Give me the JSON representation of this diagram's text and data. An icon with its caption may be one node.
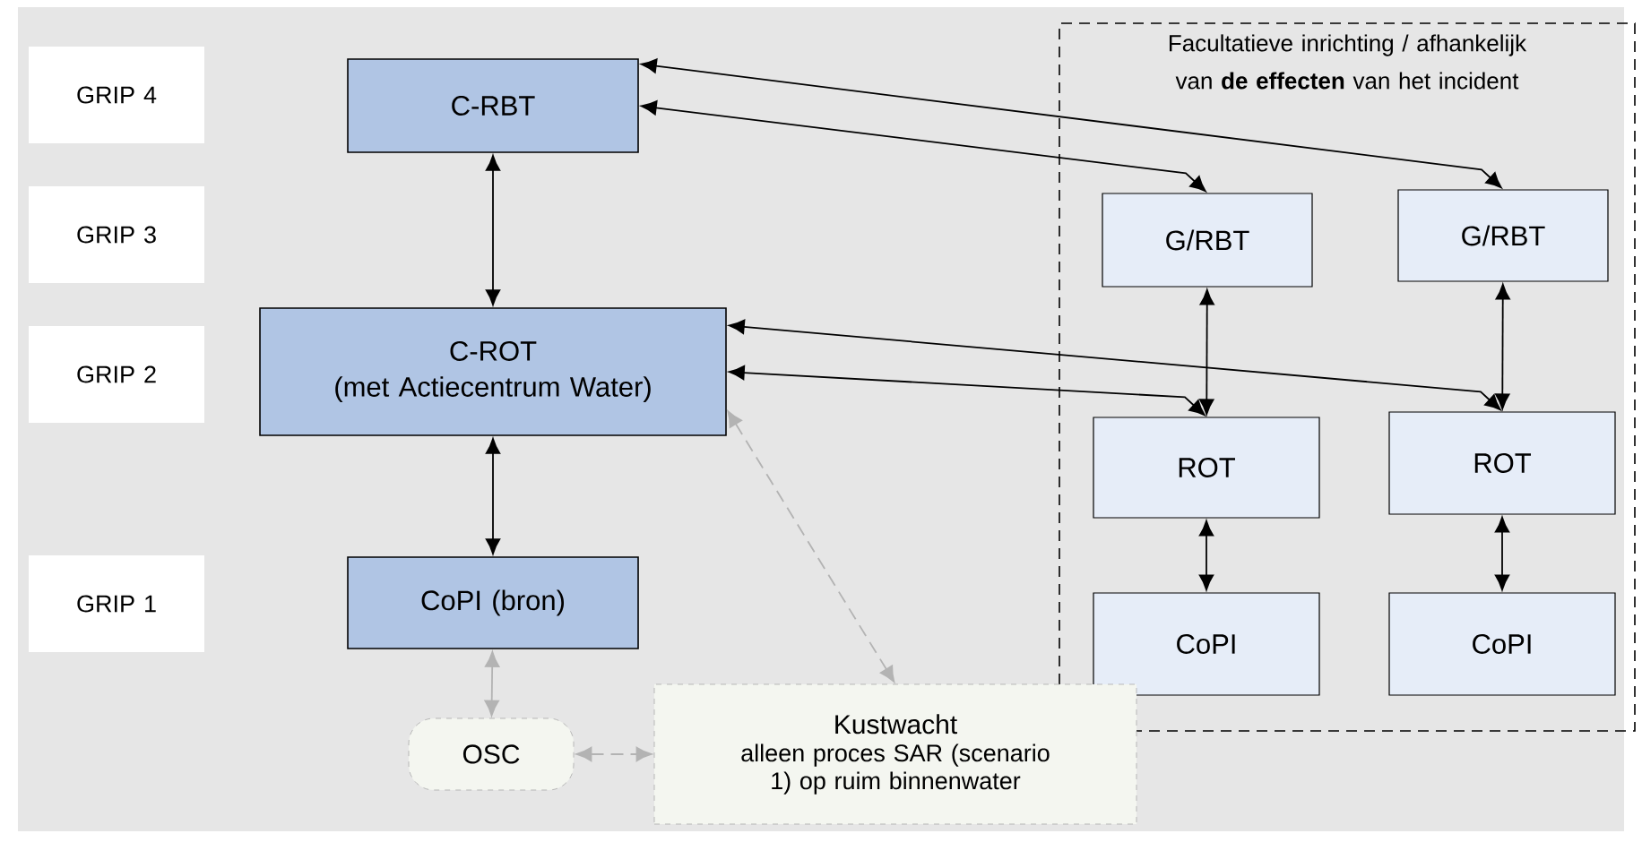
{
  "diagram": {
    "nodes": [
      {
        "text": [
          "GRIP 4"
        ]
      },
      {
        "text": [
          "GRIP 3"
        ]
      },
      {
        "text": [
          "GRIP 2"
        ]
      },
      {
        "text": [
          "GRIP 1"
        ]
      },
      {
        "text": [
          "C-RBT"
        ]
      },
      {
        "text": [
          "C-ROT",
          "(met Actiecentrum Water)"
        ]
      },
      {
        "text": [
          "CoPI (bron)"
        ]
      },
      {
        "text": [
          "Facultatieve inrichting / afhankelijk van **de effecten** van het incident"
        ]
      },
      {
        "text": [
          "G/RBT"
        ],
        "in": 7
      },
      {
        "text": [
          "G/RBT"
        ],
        "in": 7
      },
      {
        "text": [
          "ROT"
        ],
        "in": 7
      },
      {
        "text": [
          "ROT"
        ],
        "in": 7
      },
      {
        "text": [
          "CoPI"
        ],
        "in": 7
      },
      {
        "text": [
          "CoPI"
        ],
        "in": 7
      },
      {
        "text": [
          "OSC"
        ]
      },
      {
        "text": [
          "Kustwacht",
          "alleen proces SAR (scenario 1) op ruim binnenwater"
        ]
      }
    ],
    "edges": [
      {
        "from": 4,
        "to": 5,
        "arrow": "both"
      },
      {
        "from": 5,
        "to": 6,
        "arrow": "both"
      },
      {
        "from": 4,
        "to": 9,
        "arrow": "both"
      },
      {
        "from": 4,
        "to": 8,
        "arrow": "both"
      },
      {
        "from": 5,
        "to": 11,
        "arrow": "both"
      },
      {
        "from": 5,
        "to": 10,
        "arrow": "both"
      },
      {
        "from": 8,
        "to": 10,
        "arrow": "both"
      },
      {
        "from": 9,
        "to": 11,
        "arrow": "both"
      },
      {
        "from": 10,
        "to": 12,
        "arrow": "both"
      },
      {
        "from": 11,
        "to": 13,
        "arrow": "both"
      },
      {
        "from": 6,
        "to": 14,
        "arrow": "both",
        "color": "#b3b3b3"
      },
      {
        "from": 14,
        "to": 15,
        "arrow": "both",
        "style": "dashed",
        "color": "#b3b3b3"
      },
      {
        "from": 5,
        "to": 15,
        "arrow": "both",
        "style": "dashed",
        "color": "#b3b3b3"
      }
    ]
  }
}
